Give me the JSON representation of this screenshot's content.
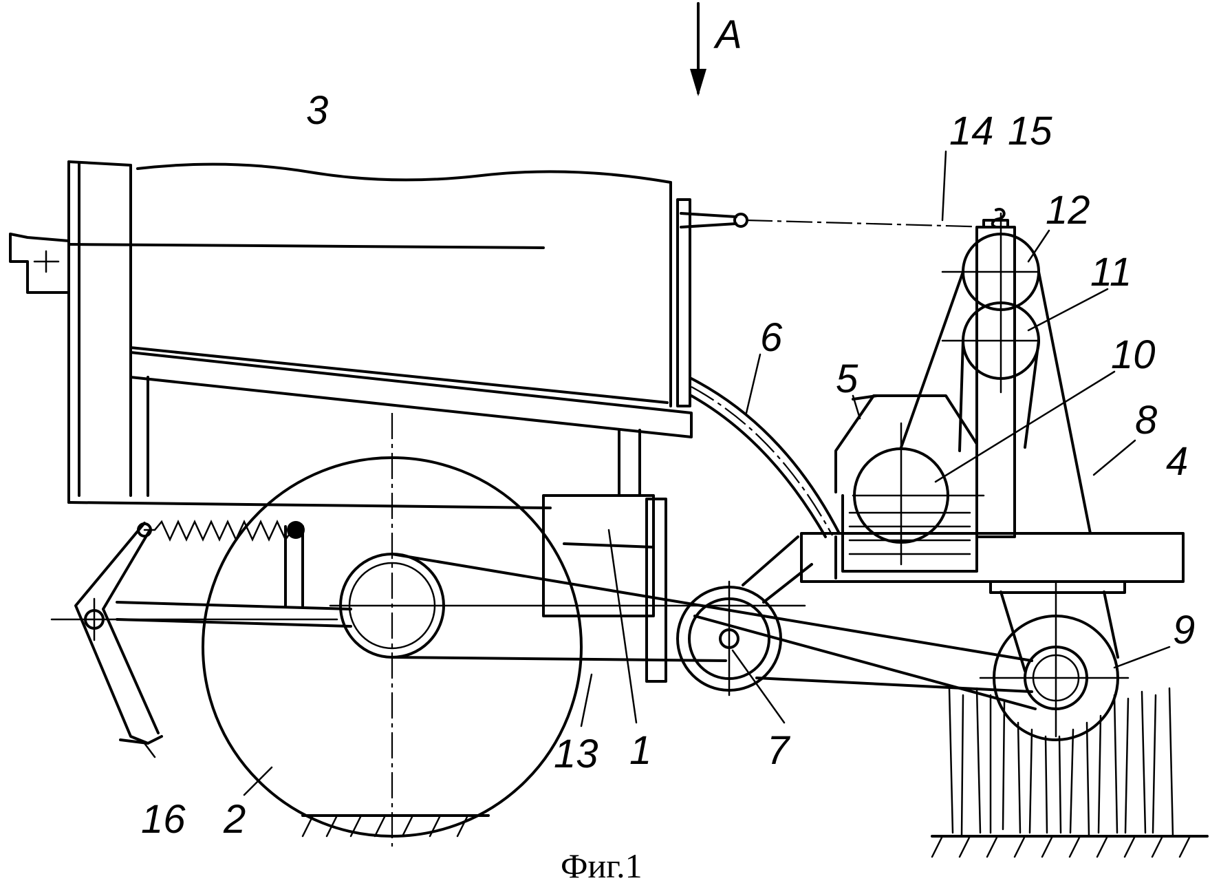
{
  "caption": "Фиг.1",
  "view_arrow_label": "A",
  "part_labels": {
    "frame": "1",
    "support_wheel": "2",
    "hopper": "3",
    "beam": "4",
    "housing": "5",
    "hose": "6",
    "idler_sprocket": "7",
    "belt": "8",
    "roller": "9",
    "drum": "10",
    "pulley_lower": "11",
    "pulley_upper": "12",
    "chain_drive": "13",
    "cable": "14",
    "hook": "15",
    "coulter": "16"
  }
}
